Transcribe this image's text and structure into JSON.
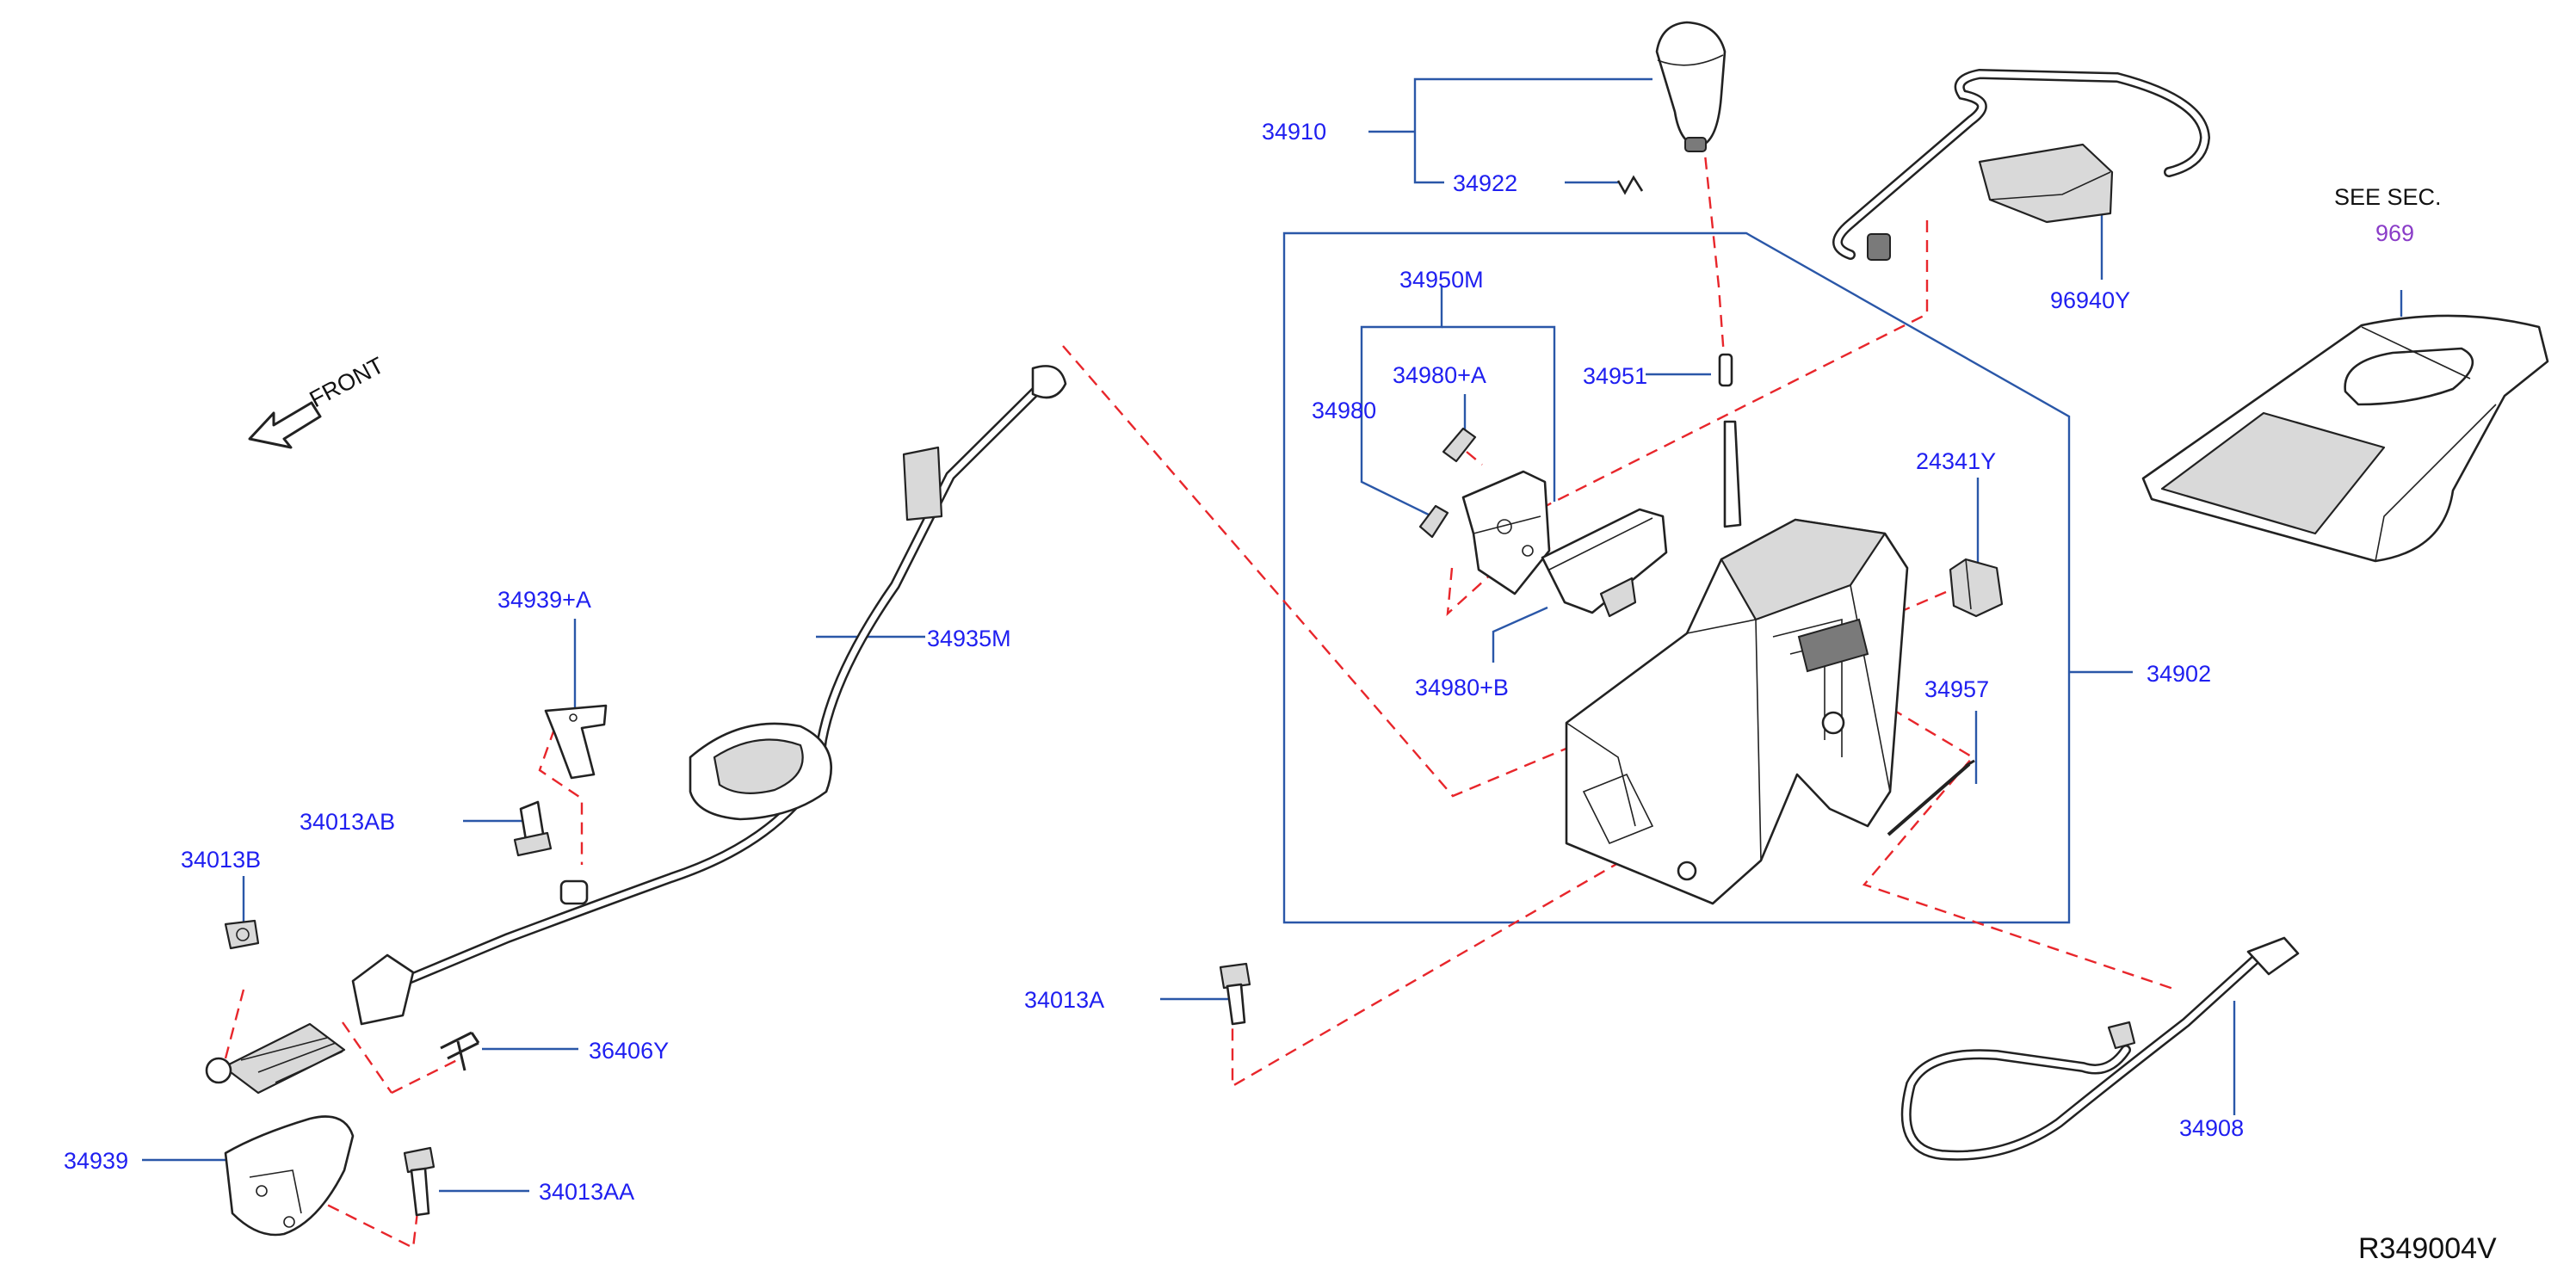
{
  "labels": {
    "p34910": "34910",
    "p34922": "34922",
    "p96940Y": "96940Y",
    "see_sec": "SEE   SEC.",
    "sec_969": "969",
    "p34950M": "34950M",
    "p34980A": "34980+A",
    "p34980": "34980",
    "p34951": "34951",
    "p24341Y": "24341Y",
    "p34980B": "34980+B",
    "p34957": "34957",
    "p34902": "34902",
    "front": "FRONT",
    "p34939A": "34939+A",
    "p34935M": "34935M",
    "p34013AB": "34013AB",
    "p34013B": "34013B",
    "p36406Y": "36406Y",
    "p34939": "34939",
    "p34013AA": "34013AA",
    "p34013A": "34013A",
    "p34908": "34908",
    "ref_code": "R349004V"
  },
  "colors": {
    "part_number": "#1f1ff0",
    "section_number": "#8a3cc8",
    "leader_line": "#2a57a8",
    "phantom_line": "#e8262b",
    "outline": "#222222"
  }
}
